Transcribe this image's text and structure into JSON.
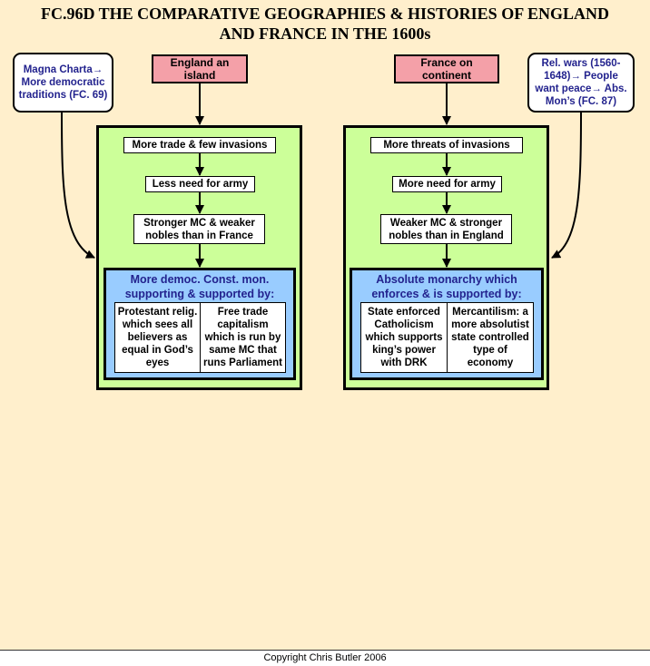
{
  "title": {
    "line1": "FC.96D THE COMPARATIVE GEOGRAPHIES & HISTORIES OF ENGLAND",
    "line2": "AND FRANCE IN THE 1600s"
  },
  "left_note": "Magna Charta→ More democratic traditions (FC. 69)",
  "right_note": "Rel. wars (1560-1648)→ People want peace→ Abs. Mon’s (FC. 87)",
  "england": {
    "header": "England an island",
    "steps": [
      "More trade & few invasions",
      "Less need for army",
      "Stronger MC & weaker nobles than in France"
    ],
    "result_title": "More democ. Const.  mon. supporting & supported by:",
    "cells": [
      "Protestant relig. which sees all believers as equal in God’s eyes",
      "Free trade capitalism which is run by same MC that runs Parliament"
    ]
  },
  "france": {
    "header": "France on continent",
    "steps": [
      "More threats of invasions",
      "More need for army",
      "Weaker MC & stronger nobles than in England"
    ],
    "result_title": "Absolute monarchy which enforces & is supported by:",
    "cells": [
      "State enforced Catholicism which supports king’s power with DRK",
      "Mercantilism: a more absolutist state controlled type of economy"
    ]
  },
  "footer": "Copyright Chris Butler 2006",
  "colors": {
    "background": "#ffefcc",
    "header_box": "#f4a0a8",
    "panel": "#ccff99",
    "result_box": "#99ccff",
    "accent_text": "#23238e"
  }
}
